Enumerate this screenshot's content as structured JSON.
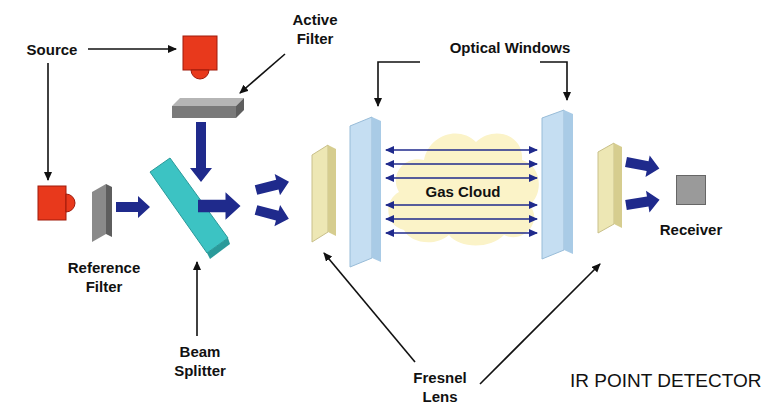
{
  "diagram": {
    "caption": "IR POINT DETECTOR",
    "nodes": [
      {
        "text": [
          "Gas Cloud"
        ]
      },
      {
        "text": [
          "Receiver"
        ]
      }
    ],
    "labels": [
      "Source",
      "Active Filter",
      "Optical Windows",
      "Reference Filter",
      "Beam Splitter",
      "Fresnel Lens"
    ]
  }
}
